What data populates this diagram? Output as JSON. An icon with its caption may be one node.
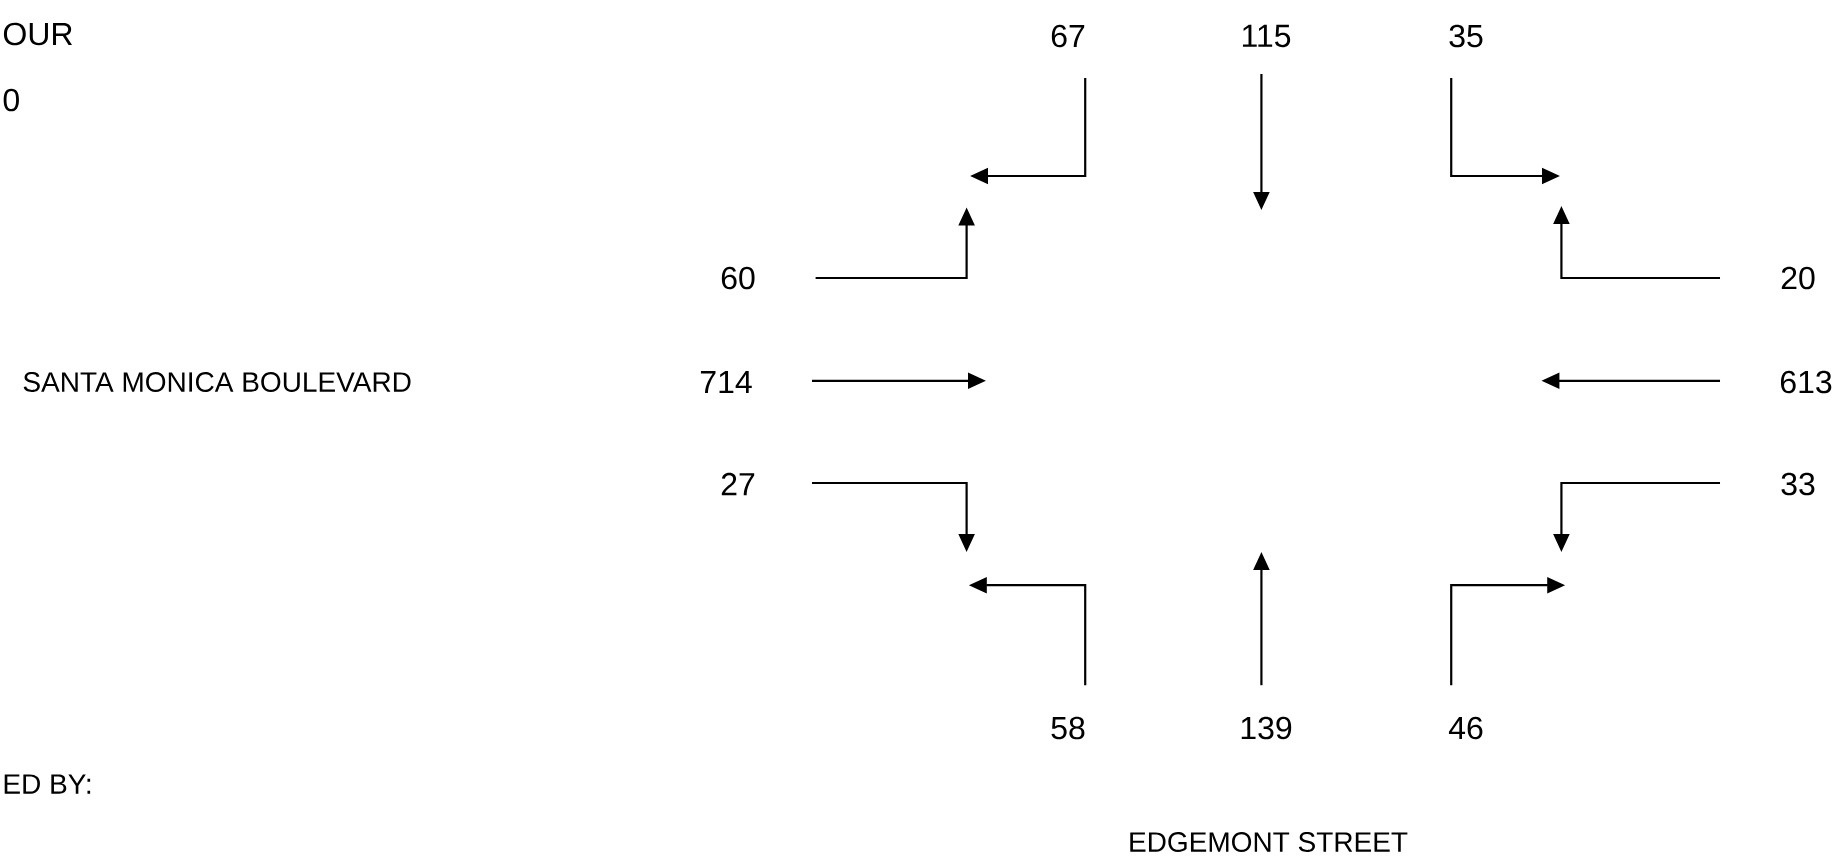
{
  "diagram": {
    "labels": [
      "OUR",
      "0",
      "SANTA MONICA BOULEVARD",
      "67",
      "115",
      "35",
      "60",
      "20",
      "714",
      "613",
      "27",
      "33",
      "58",
      "139",
      "46",
      "ED BY:",
      "EDGEMONT STREET"
    ]
  }
}
